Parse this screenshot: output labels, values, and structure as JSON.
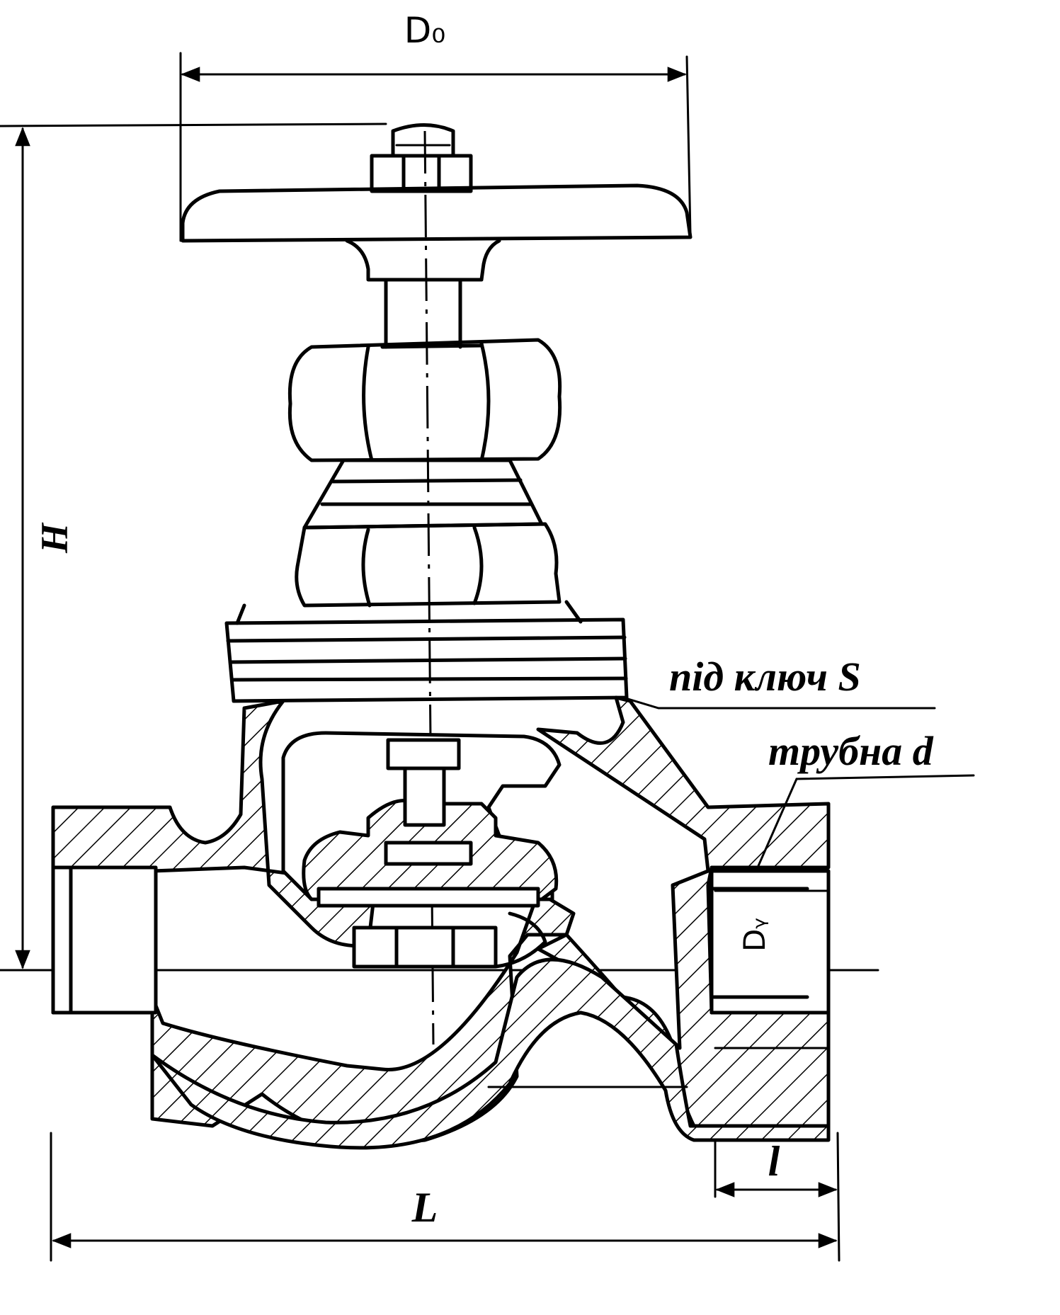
{
  "labels": {
    "handwheel_diameter": "D₀",
    "height": "H",
    "length": "L",
    "thread_length": "l",
    "nominal_diameter": "Dᵧ",
    "wrench_size": "під ключ  S",
    "pipe_thread": "трубна d"
  }
}
